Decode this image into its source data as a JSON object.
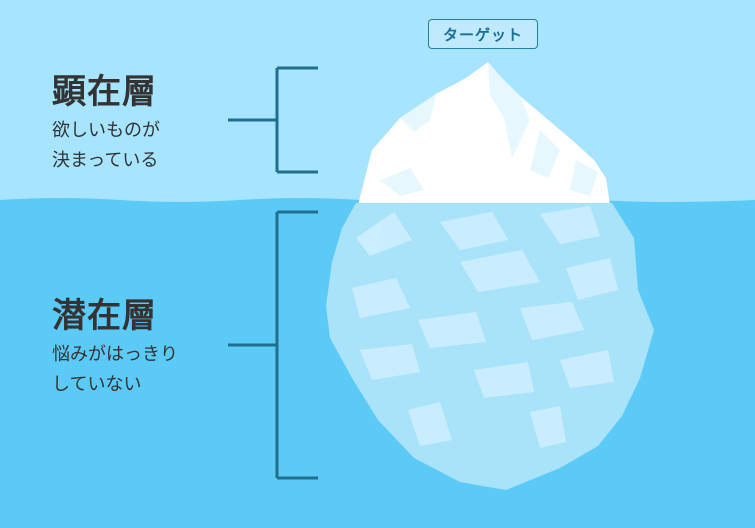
{
  "target": {
    "label": "ターゲット"
  },
  "surface": {
    "heading": "顕在層",
    "desc_line1": "欲しいものが",
    "desc_line2": "決まっている"
  },
  "latent": {
    "heading": "潜在層",
    "desc_line1": "悩みがはっきり",
    "desc_line2": "していない"
  },
  "colors": {
    "sky": "#a6e4ff",
    "water": "#5ccaf7",
    "ice": "#ffffff",
    "bracket": "#1f6f8f",
    "text": "#333333"
  }
}
